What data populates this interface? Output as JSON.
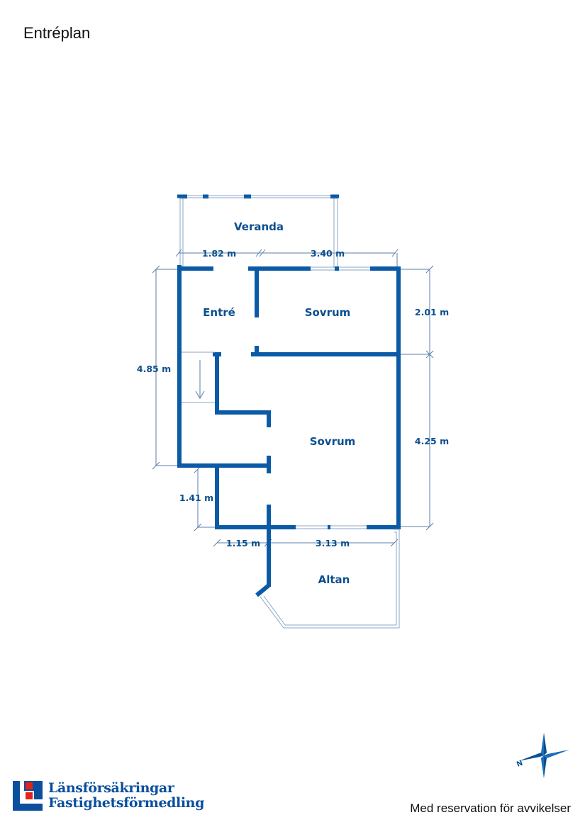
{
  "page": {
    "title": "Entréplan",
    "footer_note": "Med reservation för avvikelser"
  },
  "rooms": {
    "veranda": "Veranda",
    "entre": "Entré",
    "sovrum_upper": "Sovrum",
    "sovrum_lower": "Sovrum",
    "altan": "Altan"
  },
  "dimensions": {
    "top_left": "1.82 m",
    "top_right": "3.40 m",
    "right_upper": "2.01 m",
    "left_height": "4.85 m",
    "right_lower": "4.25 m",
    "left_small": "1.41 m",
    "bottom_left": "1.15 m",
    "bottom_right": "3.13 m"
  },
  "logo": {
    "line1": "Länsförsäkringar",
    "line2": "Fastighetsförmedling"
  },
  "compass": {
    "north_label": "N",
    "icon": "compass-rose-icon"
  },
  "colors": {
    "wall": "#0b5aa6",
    "label": "#0b4f8f",
    "brand": "#0a4f9e",
    "brand_red": "#e2231a"
  }
}
